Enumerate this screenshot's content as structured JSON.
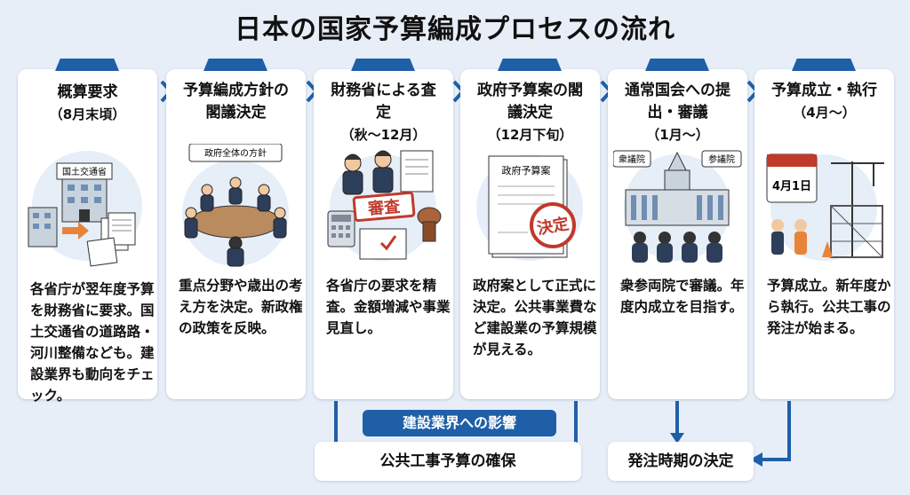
{
  "title": "日本の国家予算編成プロセスの流れ",
  "steps": [
    {
      "name": "概算要求",
      "sub": "（8月末頃）",
      "desc": "各省庁が翌年度予算を財務省に要求。国土交通省の道路路・河川整備なども。建設業界も動向をチェック。",
      "tag": "国土交通省"
    },
    {
      "name": "予算編成方針の閣議決定",
      "sub": "",
      "desc": "重点分野や歳出の考え方を決定。新政権の政策を反映。",
      "tag": "政府全体の方針"
    },
    {
      "name": "財務省による査定",
      "sub": "（秋〜12月）",
      "desc": "各省庁の要求を精査。金額増減や事業見直し。",
      "tag": "審査"
    },
    {
      "name": "政府予算案の閣議決定",
      "sub": "（12月下旬）",
      "desc": "政府案として正式に決定。公共事業費など建設業の予算規模が見える。",
      "tag": "政府予算案",
      "stamp": "決定"
    },
    {
      "name": "通常国会への提出・審議",
      "sub": "（1月〜）",
      "desc": "衆参両院で審議。年度内成立を目指す。",
      "tag": "衆議院",
      "tag2": "参議院"
    },
    {
      "name": "予算成立・執行",
      "sub": "（4月〜）",
      "desc": "予算成立。新年度から執行。公共工事の発注が始まる。",
      "tag": "4月1日"
    }
  ],
  "effects": {
    "label": "建設業界への影響",
    "box1": "公共工事予算の確保",
    "box2": "発注時期の決定"
  },
  "colors": {
    "accent": "#1f5fa8",
    "red": "#c0392b",
    "orange": "#e8833a"
  }
}
